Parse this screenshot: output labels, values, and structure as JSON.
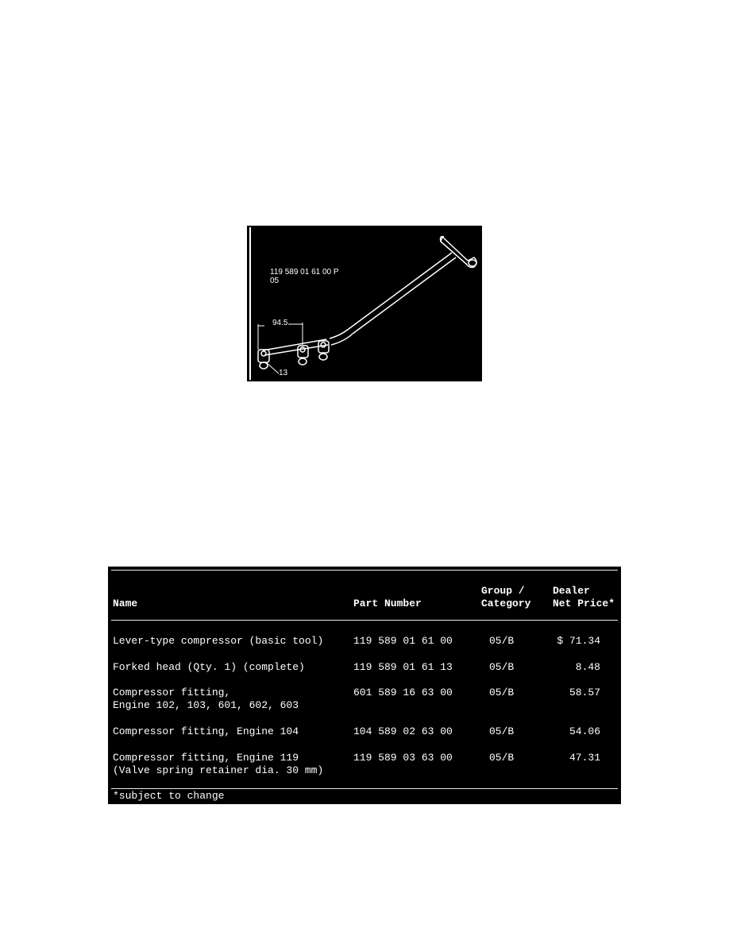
{
  "figure": {
    "part_label": "119 589 01 61 00 P",
    "group_label": "05",
    "dimension_label": "94.5",
    "callout_label": "13"
  },
  "table": {
    "headers": {
      "name": "Name",
      "part_number": "Part Number",
      "group_line1": "Group /",
      "group_line2": "Category",
      "price_line1": "Dealer",
      "price_line2": "Net Price*"
    },
    "rows": [
      {
        "name_line1": "Lever-type compressor (basic tool)",
        "name_line2": "",
        "part_number": "119 589 01 61 00",
        "group": "05/B",
        "price": "$ 71.34"
      },
      {
        "name_line1": "Forked head (Qty. 1) (complete)",
        "name_line2": "",
        "part_number": "119 589 01 61 13",
        "group": "05/B",
        "price": "8.48"
      },
      {
        "name_line1": "Compressor fitting,",
        "name_line2": "Engine 102, 103, 601, 602, 603",
        "part_number": "601 589 16 63 00",
        "group": "05/B",
        "price": "58.57"
      },
      {
        "name_line1": "Compressor fitting,  Engine 104",
        "name_line2": "",
        "part_number": "104 589 02 63 00",
        "group": "05/B",
        "price": "54.06"
      },
      {
        "name_line1": "Compressor fitting,  Engine 119",
        "name_line2": "(Valve spring retainer dia. 30 mm)",
        "part_number": "119 589 03 63 00",
        "group": "05/B",
        "price": "47.31"
      }
    ],
    "footnote": "*subject to change"
  }
}
